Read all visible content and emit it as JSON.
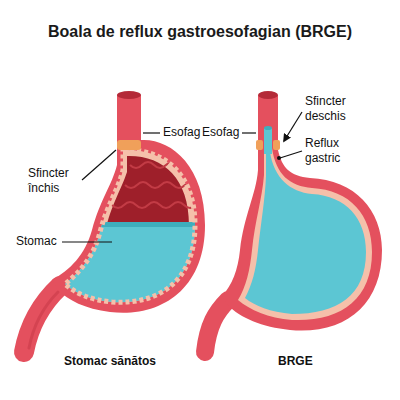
{
  "diagram": {
    "title": "Boala de reflux gastroesofagian (BRGE)",
    "labels": [
      "Esofag",
      "Sfincter închis",
      "Stomac",
      "Esofag",
      "Sfincter deschis",
      "Reflux gastric",
      "Stomac sănătos",
      "BRGE"
    ]
  }
}
